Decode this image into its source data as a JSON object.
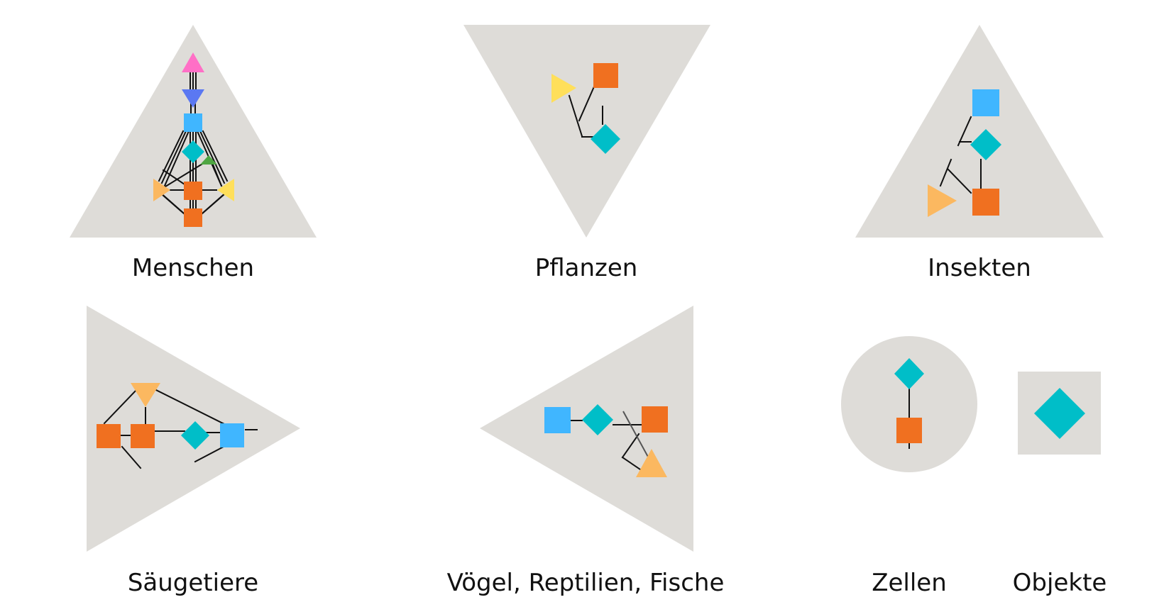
{
  "colors": {
    "background": "#ffffff",
    "panel": "#dedcd8",
    "line": "#111111",
    "orange": "#f07020",
    "light_orange": "#fbb860",
    "yellow": "#ffdf5a",
    "teal": "#00bec8",
    "light_blue": "#40b6ff",
    "blue": "#5b78f2",
    "pink": "#ff6fc6",
    "green": "#4fa642"
  },
  "panels": [
    {
      "id": "menschen",
      "label": "Menschen",
      "shape": "triangle-up"
    },
    {
      "id": "pflanzen",
      "label": "Pflanzen",
      "shape": "triangle-down"
    },
    {
      "id": "insekten",
      "label": "Insekten",
      "shape": "triangle-up"
    },
    {
      "id": "saeugetiere",
      "label": "Säugetiere",
      "shape": "triangle-right"
    },
    {
      "id": "voegel",
      "label": "Vögel, Reptilien, Fische",
      "shape": "triangle-left"
    },
    {
      "id": "zellen",
      "label": "Zellen",
      "shape": "circle"
    },
    {
      "id": "objekte",
      "label": "Objekte",
      "shape": "square"
    }
  ]
}
